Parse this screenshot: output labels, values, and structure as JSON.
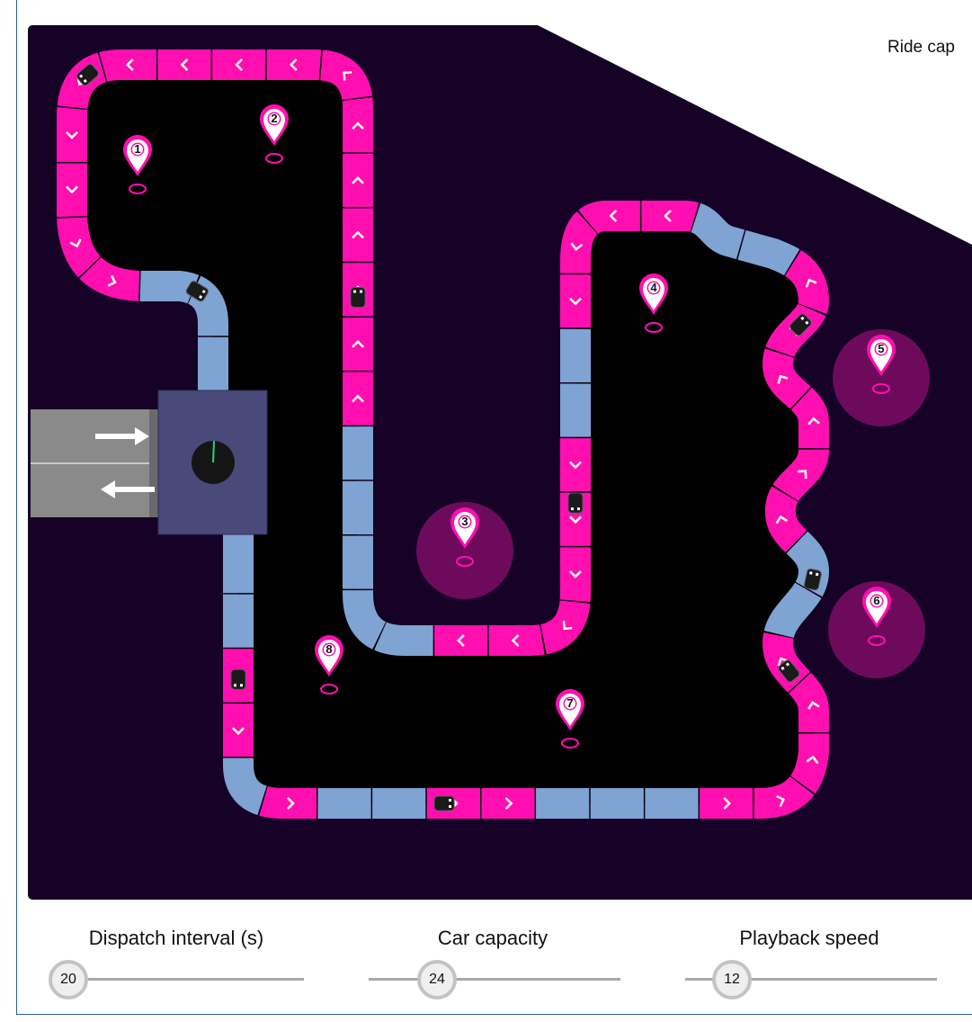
{
  "ride_capacity_label": "Ride cap",
  "colors": {
    "ground": "#150226",
    "track_pink": "#ff0fb0",
    "track_blue": "#7fa3d3",
    "zone": "#6e0a5c",
    "station": "#4a4a7a",
    "platform": "#8a8a8a"
  },
  "stops": [
    "1",
    "2",
    "3",
    "4",
    "5",
    "6",
    "7",
    "8"
  ],
  "controls": {
    "dispatch_interval": {
      "label": "Dispatch interval (s)",
      "value": "20"
    },
    "car_capacity": {
      "label": "Car capacity",
      "value": "24"
    },
    "playback_speed": {
      "label": "Playback speed",
      "value": "12"
    }
  }
}
